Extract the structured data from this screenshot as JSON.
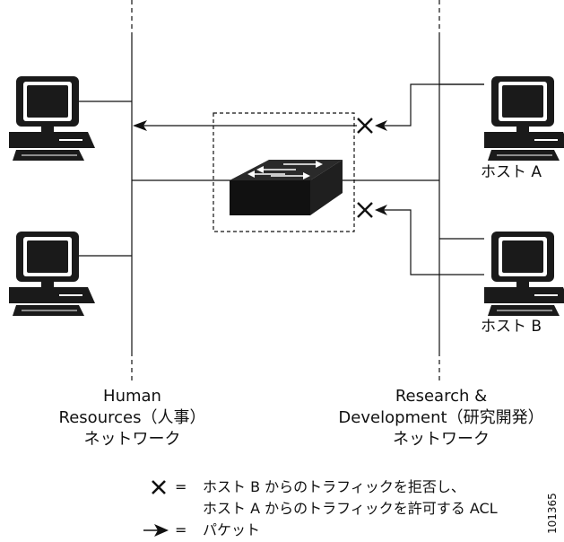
{
  "nodes": {
    "host_a_label": "ホスト A",
    "host_b_label": "ホスト B"
  },
  "networks": {
    "hr": {
      "line1": "Human",
      "line2": "Resources（人事）",
      "line3": "ネットワーク"
    },
    "rd": {
      "line1": "Research &",
      "line2": "Development（研究開発）",
      "line3": "ネットワーク"
    }
  },
  "legend": {
    "x_symbol": "✕",
    "x_equals": "=",
    "x_line1": "ホスト B からのトラフィックを拒否し、",
    "x_line2": "ホスト A からのトラフィックを許可する ACL",
    "arrow_equals": "=",
    "arrow_text": "パケット"
  },
  "figure_id": "101365",
  "colors": {
    "ink": "#111111",
    "device": "#1a1a1a",
    "background": "#ffffff"
  }
}
